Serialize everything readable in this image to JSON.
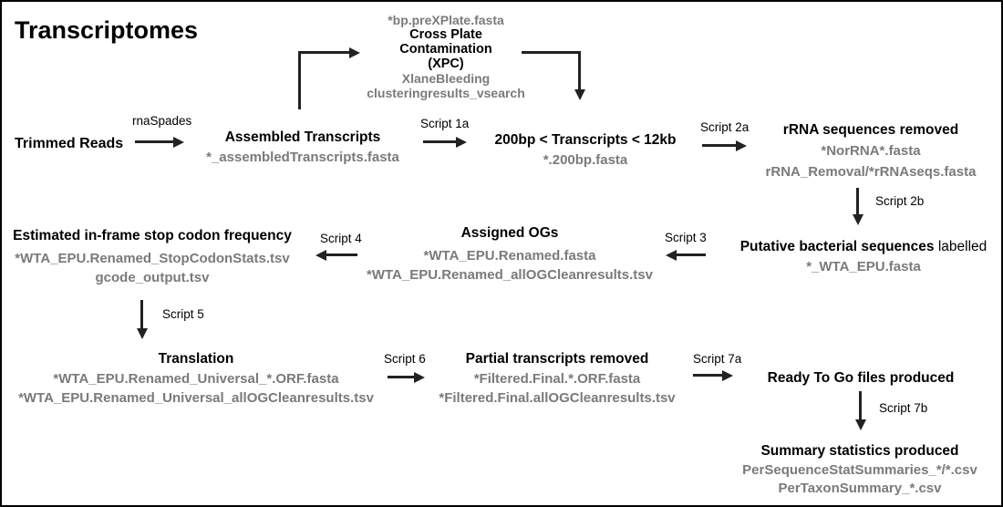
{
  "title": "Transcriptomes",
  "colors": {
    "text": "#000000",
    "filename": "#7a7a7a",
    "arrow": "#222222",
    "background": "#ffffff"
  },
  "nodes": {
    "trimmed_reads": {
      "title": "Trimmed Reads"
    },
    "assembled_transcripts": {
      "title": "Assembled Transcripts",
      "files": [
        "*_assembledTranscripts.fasta"
      ]
    },
    "xpc": {
      "file_in": "*bp.preXPlate.fasta",
      "title_lines": [
        "Cross Plate",
        "Contamination",
        "(XPC)"
      ],
      "files": [
        "XlaneBleeding",
        "clusteringresults_vsearch"
      ]
    },
    "size_filter": {
      "title": "200bp < Transcripts < 12kb",
      "files": [
        "*.200bp.fasta"
      ]
    },
    "rrna_removed": {
      "title": "rRNA sequences removed",
      "files": [
        "*NorRNA*.fasta",
        "rRNA_Removal/*rRNAseqs.fasta"
      ]
    },
    "putative_bacterial": {
      "title_bold": "Putative bacterial sequences",
      "title_regular": "labelled",
      "files": [
        "*_WTA_EPU.fasta"
      ]
    },
    "assigned_ogs": {
      "title": "Assigned OGs",
      "files": [
        "*WTA_EPU.Renamed.fasta",
        "*WTA_EPU.Renamed_allOGCleanresults.tsv"
      ]
    },
    "stop_codon": {
      "title": "Estimated in-frame stop codon frequency",
      "files": [
        "*WTA_EPU.Renamed_StopCodonStats.tsv",
        "gcode_output.tsv"
      ]
    },
    "translation": {
      "title": "Translation",
      "files": [
        "*WTA_EPU.Renamed_Universal_*.ORF.fasta",
        "*WTA_EPU.Renamed_Universal_allOGCleanresults.tsv"
      ]
    },
    "partial_removed": {
      "title": "Partial transcripts removed",
      "files": [
        "*Filtered.Final.*.ORF.fasta",
        "*Filtered.Final.allOGCleanresults.tsv"
      ]
    },
    "ready_to_go": {
      "title": "Ready To Go files produced"
    },
    "summary_stats": {
      "title": "Summary statistics produced",
      "files": [
        "PerSequenceStatSummaries_*/*.csv",
        "PerTaxonSummary_*.csv"
      ]
    }
  },
  "edges": {
    "rnaspades": "rnaSpades",
    "script_1a": "Script 1a",
    "script_2a": "Script 2a",
    "script_2b": "Script 2b",
    "script_3": "Script 3",
    "script_4": "Script 4",
    "script_5": "Script 5",
    "script_6": "Script 6",
    "script_7a": "Script 7a",
    "script_7b": "Script 7b"
  }
}
